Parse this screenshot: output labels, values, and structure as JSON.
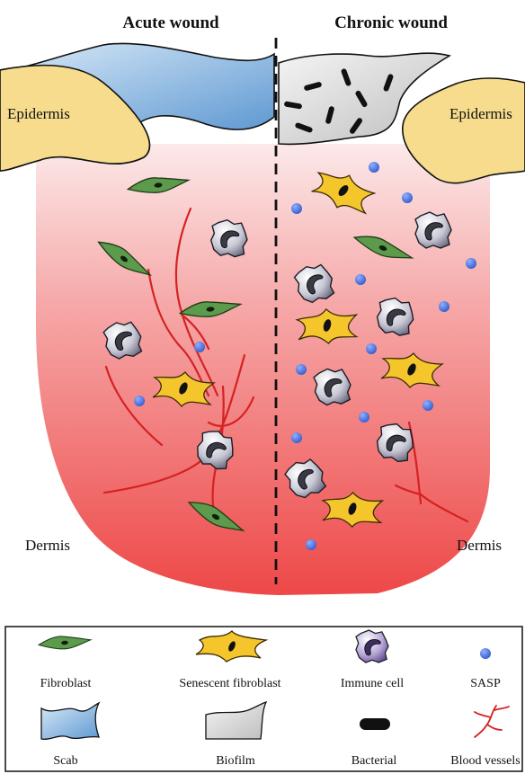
{
  "titles": {
    "acute": "Acute wound",
    "chronic": "Chronic wound"
  },
  "regions": {
    "epidermis_left": "Epidermis",
    "epidermis_right": "Epidermis",
    "dermis_left": "Dermis",
    "dermis_right": "Dermis"
  },
  "legend": {
    "fibroblast": "Fibroblast",
    "senescent_fibroblast": "Senescent fibroblast",
    "immune_cell": "Immune cell",
    "sasp": "SASP",
    "scab": "Scab",
    "biofilm": "Biofilm",
    "bacterial": "Bacterial",
    "blood_vessels": "Blood vessels"
  },
  "colors": {
    "epidermis": "#f6dc8c",
    "scab": "#86b6df",
    "biofilm": "#dcdcdc",
    "fibroblast": "#5c9a4c",
    "senescent": "#f5c52c",
    "immune": "#9a9ab0",
    "sasp": "#4a6fd8",
    "vessel": "#d52222",
    "wound_top": "#fbdede",
    "wound_bottom": "#ef4a4a"
  }
}
